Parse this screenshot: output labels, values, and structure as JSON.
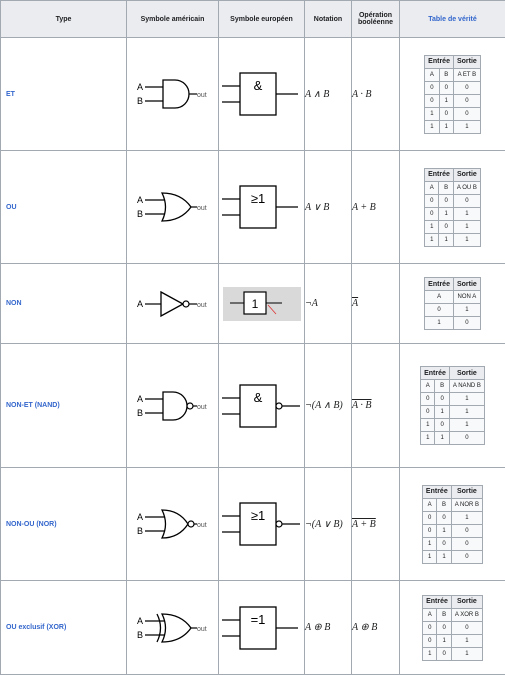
{
  "headers": {
    "type": "Type",
    "american": "Symbole américain",
    "european": "Symbole européen",
    "notation": "Notation",
    "boolean_op": "Opération booléenne",
    "truth_table": "Table de vérité"
  },
  "truth_headers": {
    "input": "Entrée",
    "output": "Sortie",
    "a": "A",
    "b": "B"
  },
  "symbol_labels": {
    "a": "A",
    "b": "B",
    "out": "out"
  },
  "rows": [
    {
      "type": "ET",
      "euro_symbol": "&",
      "notation": "A ∧ B",
      "boolean_op": "A · B",
      "truth": {
        "output_label": "A ET B",
        "rows": [
          [
            "0",
            "0",
            "0"
          ],
          [
            "0",
            "1",
            "0"
          ],
          [
            "1",
            "0",
            "0"
          ],
          [
            "1",
            "1",
            "1"
          ]
        ]
      }
    },
    {
      "type": "OU",
      "euro_symbol": "≥1",
      "notation": "A ∨ B",
      "boolean_op": "A + B",
      "truth": {
        "output_label": "A OU B",
        "rows": [
          [
            "0",
            "0",
            "0"
          ],
          [
            "0",
            "1",
            "1"
          ],
          [
            "1",
            "0",
            "1"
          ],
          [
            "1",
            "1",
            "1"
          ]
        ]
      }
    },
    {
      "type": "NON",
      "euro_symbol": "1",
      "notation": "¬A",
      "boolean_op": "A",
      "truth": {
        "output_label": "NON A",
        "rows": [
          [
            "0",
            "1"
          ],
          [
            "1",
            "0"
          ]
        ]
      }
    },
    {
      "type": "NON-ET (NAND)",
      "euro_symbol": "&",
      "notation": "¬(A ∧ B)",
      "boolean_op": "A · B",
      "truth": {
        "output_label": "A NAND B",
        "rows": [
          [
            "0",
            "0",
            "1"
          ],
          [
            "0",
            "1",
            "1"
          ],
          [
            "1",
            "0",
            "1"
          ],
          [
            "1",
            "1",
            "0"
          ]
        ]
      }
    },
    {
      "type": "NON-OU (NOR)",
      "euro_symbol": "≥1",
      "notation": "¬(A ∨ B)",
      "boolean_op": "A + B",
      "truth": {
        "output_label": "A NOR B",
        "rows": [
          [
            "0",
            "0",
            "1"
          ],
          [
            "0",
            "1",
            "0"
          ],
          [
            "1",
            "0",
            "0"
          ],
          [
            "1",
            "1",
            "0"
          ]
        ]
      }
    },
    {
      "type": "OU exclusif (XOR)",
      "euro_symbol": "=1",
      "notation": "A ⊕ B",
      "boolean_op": "A ⊕ B",
      "truth": {
        "output_label": "A XOR B",
        "rows": [
          [
            "0",
            "0",
            "0"
          ],
          [
            "0",
            "1",
            "1"
          ],
          [
            "1",
            "0",
            "1"
          ]
        ]
      }
    }
  ]
}
